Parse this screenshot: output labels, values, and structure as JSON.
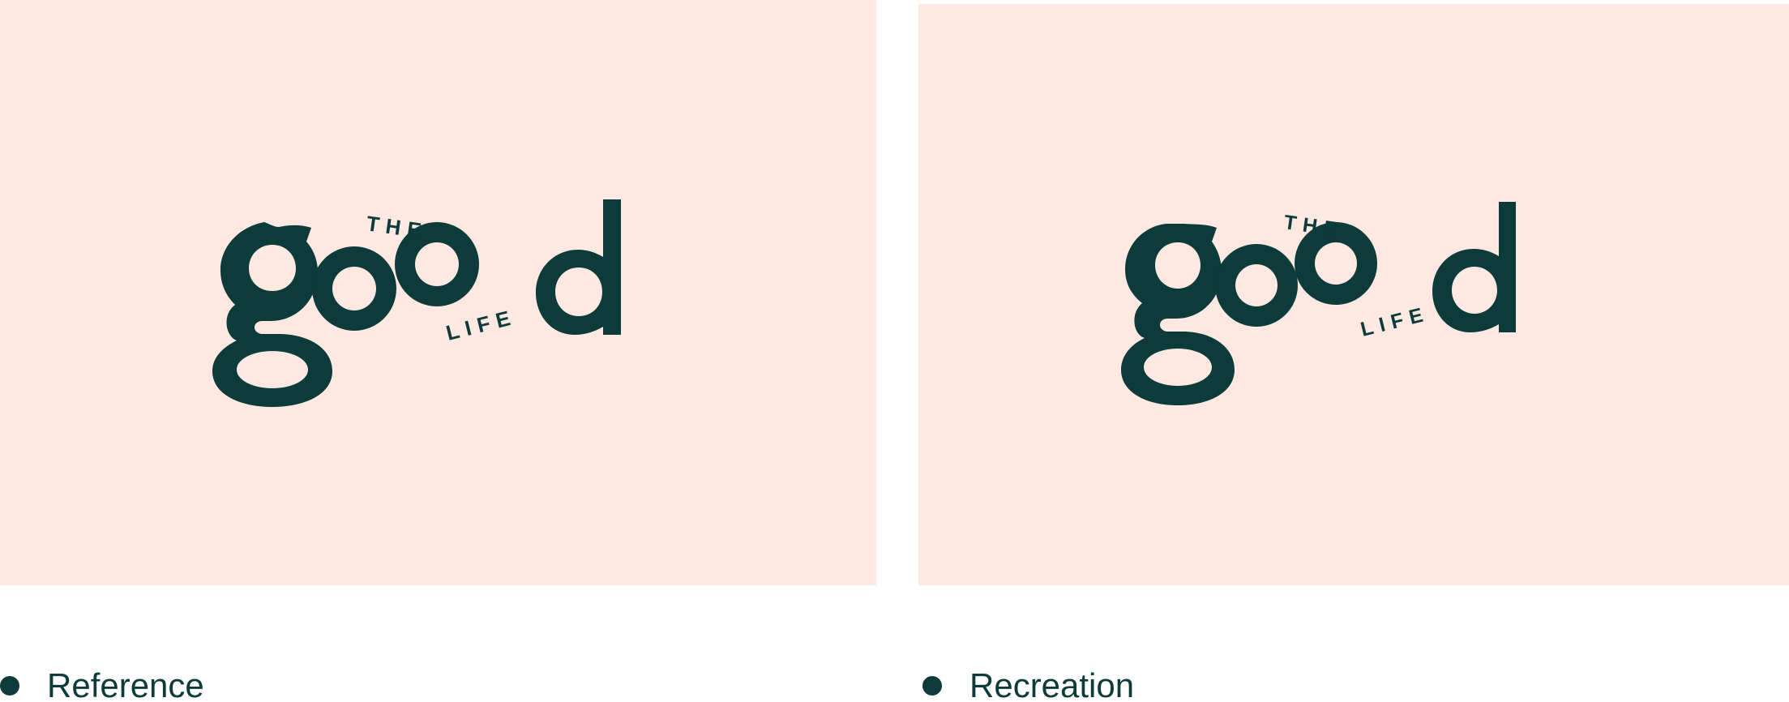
{
  "colors": {
    "background": "#ffffff",
    "panel": "#fde9e1",
    "logo": "#0c3b3a"
  },
  "logo": {
    "wordmark": "good",
    "top_text": "THE",
    "bottom_text": "LIFE"
  },
  "legend": {
    "left_label": "Reference",
    "right_label": "Recreation"
  }
}
